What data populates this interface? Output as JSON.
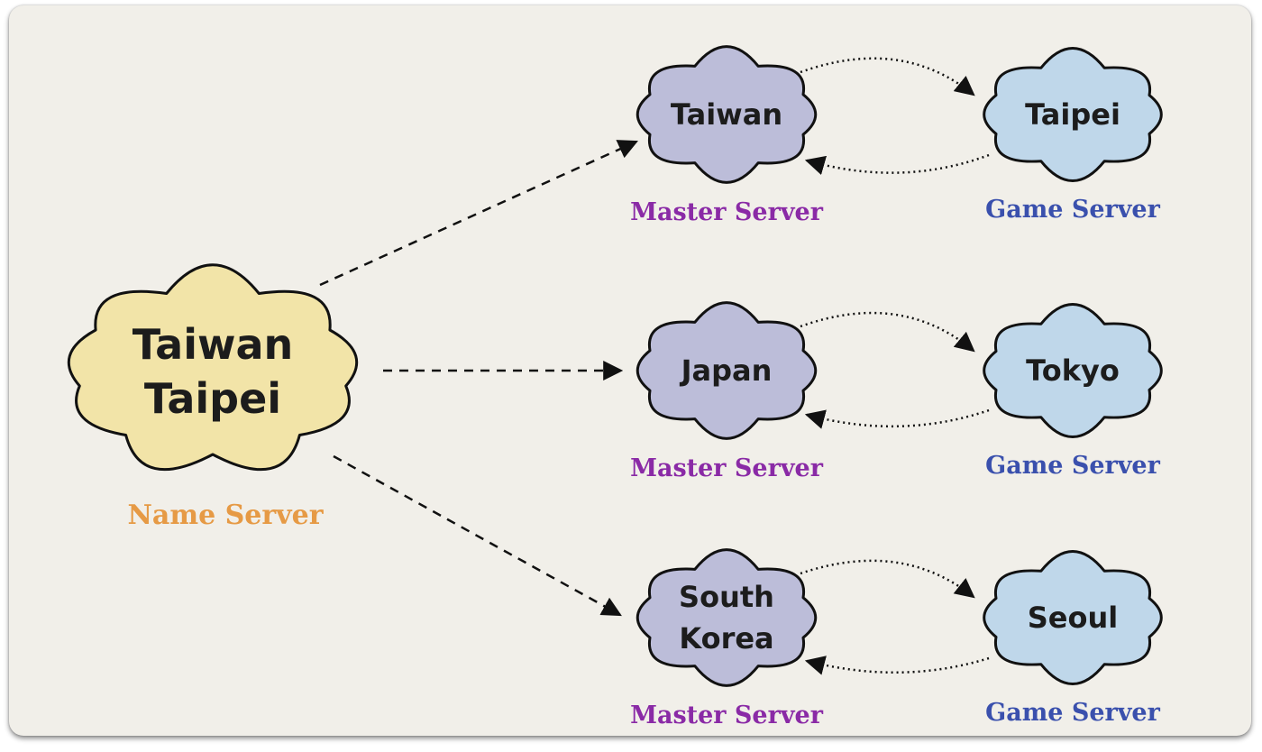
{
  "colors": {
    "name_cloud": "#f2e4a8",
    "master_cloud": "#bcbdd9",
    "game_cloud": "#bfd7ea",
    "name_label": "#e69a45",
    "master_label": "#8a2aa6",
    "game_label": "#3a50ad",
    "stroke": "#111111"
  },
  "name_server": {
    "lines": [
      "Taiwan",
      "Taipei"
    ],
    "label": "Name Server"
  },
  "regions": [
    {
      "master": {
        "lines": [
          "Taiwan"
        ],
        "label": "Master Server"
      },
      "game": {
        "lines": [
          "Taipei"
        ],
        "label": "Game Server"
      }
    },
    {
      "master": {
        "lines": [
          "Japan"
        ],
        "label": "Master Server"
      },
      "game": {
        "lines": [
          "Tokyo"
        ],
        "label": "Game Server"
      }
    },
    {
      "master": {
        "lines": [
          "South",
          "Korea"
        ],
        "label": "Master Server"
      },
      "game": {
        "lines": [
          "Seoul"
        ],
        "label": "Game Server"
      }
    }
  ]
}
